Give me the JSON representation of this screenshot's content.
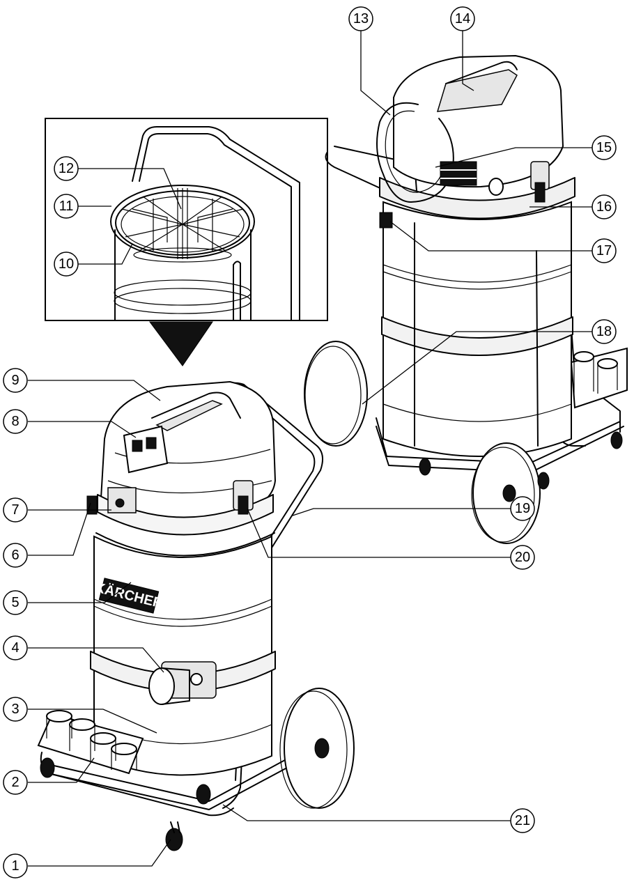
{
  "brand_label": "KÄRCHER",
  "callouts": [
    {
      "id": "c1",
      "number": "1"
    },
    {
      "id": "c2",
      "number": "2"
    },
    {
      "id": "c3",
      "number": "3"
    },
    {
      "id": "c4",
      "number": "4"
    },
    {
      "id": "c5",
      "number": "5"
    },
    {
      "id": "c6",
      "number": "6"
    },
    {
      "id": "c7",
      "number": "7"
    },
    {
      "id": "c8",
      "number": "8"
    },
    {
      "id": "c9",
      "number": "9"
    },
    {
      "id": "c10",
      "number": "10"
    },
    {
      "id": "c11",
      "number": "11"
    },
    {
      "id": "c12",
      "number": "12"
    },
    {
      "id": "c13",
      "number": "13"
    },
    {
      "id": "c14",
      "number": "14"
    },
    {
      "id": "c15",
      "number": "15"
    },
    {
      "id": "c16",
      "number": "16"
    },
    {
      "id": "c17",
      "number": "17"
    },
    {
      "id": "c18",
      "number": "18"
    },
    {
      "id": "c19",
      "number": "19"
    },
    {
      "id": "c20",
      "number": "20"
    },
    {
      "id": "c21",
      "number": "21"
    }
  ]
}
